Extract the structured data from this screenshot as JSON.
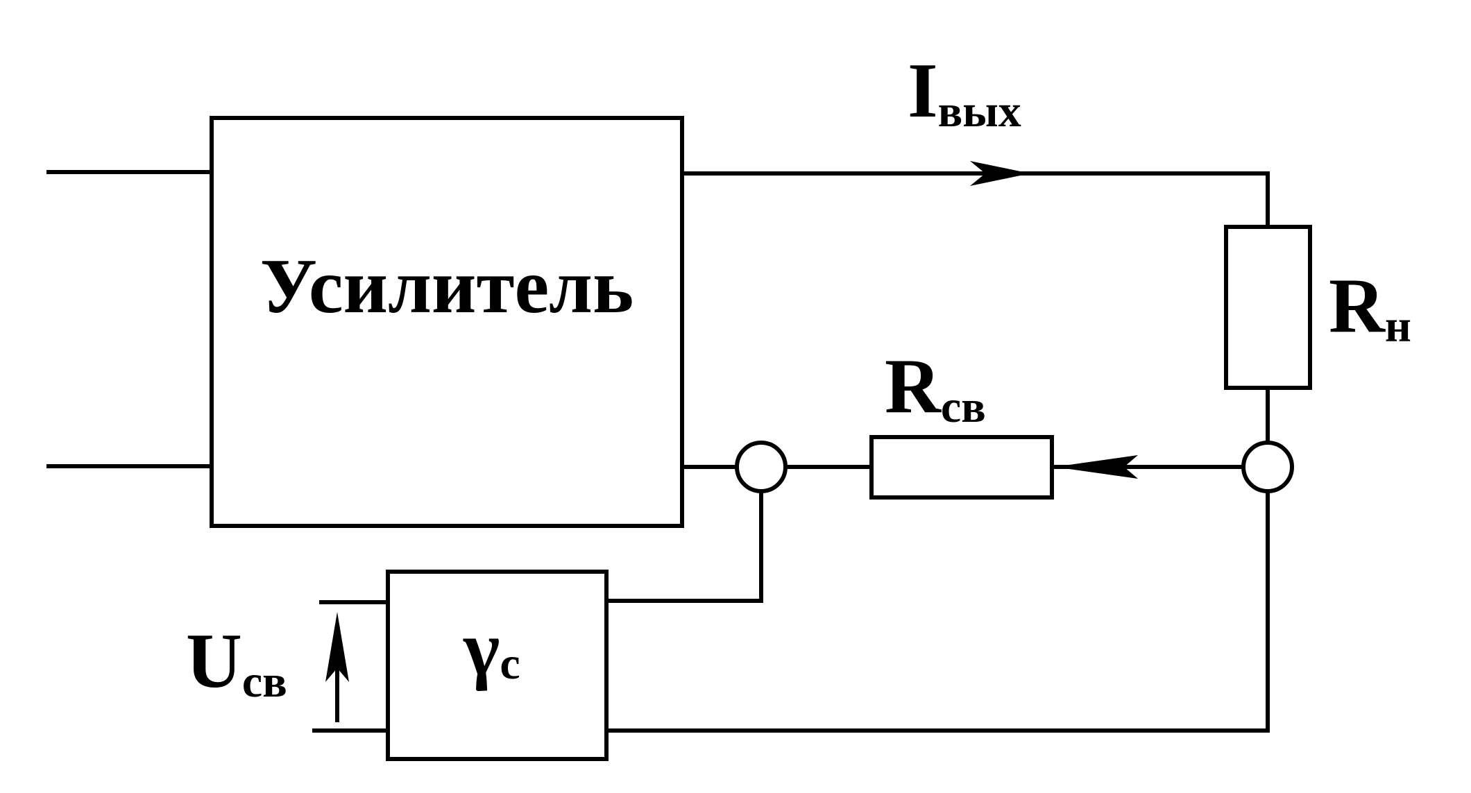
{
  "blocks": {
    "amplifier": "Усилитель",
    "gamma_symbol": "γ",
    "gamma_sub": "c"
  },
  "labels": {
    "output_current": {
      "main": "I",
      "sub": "вых"
    },
    "load_resistor": {
      "main": "R",
      "sub": "н"
    },
    "feedback_resistor": {
      "main": "R",
      "sub": "св"
    },
    "feedback_voltage": {
      "main": "U",
      "sub": "св"
    }
  },
  "colors": {
    "line": "#000000",
    "background": "#ffffff"
  }
}
